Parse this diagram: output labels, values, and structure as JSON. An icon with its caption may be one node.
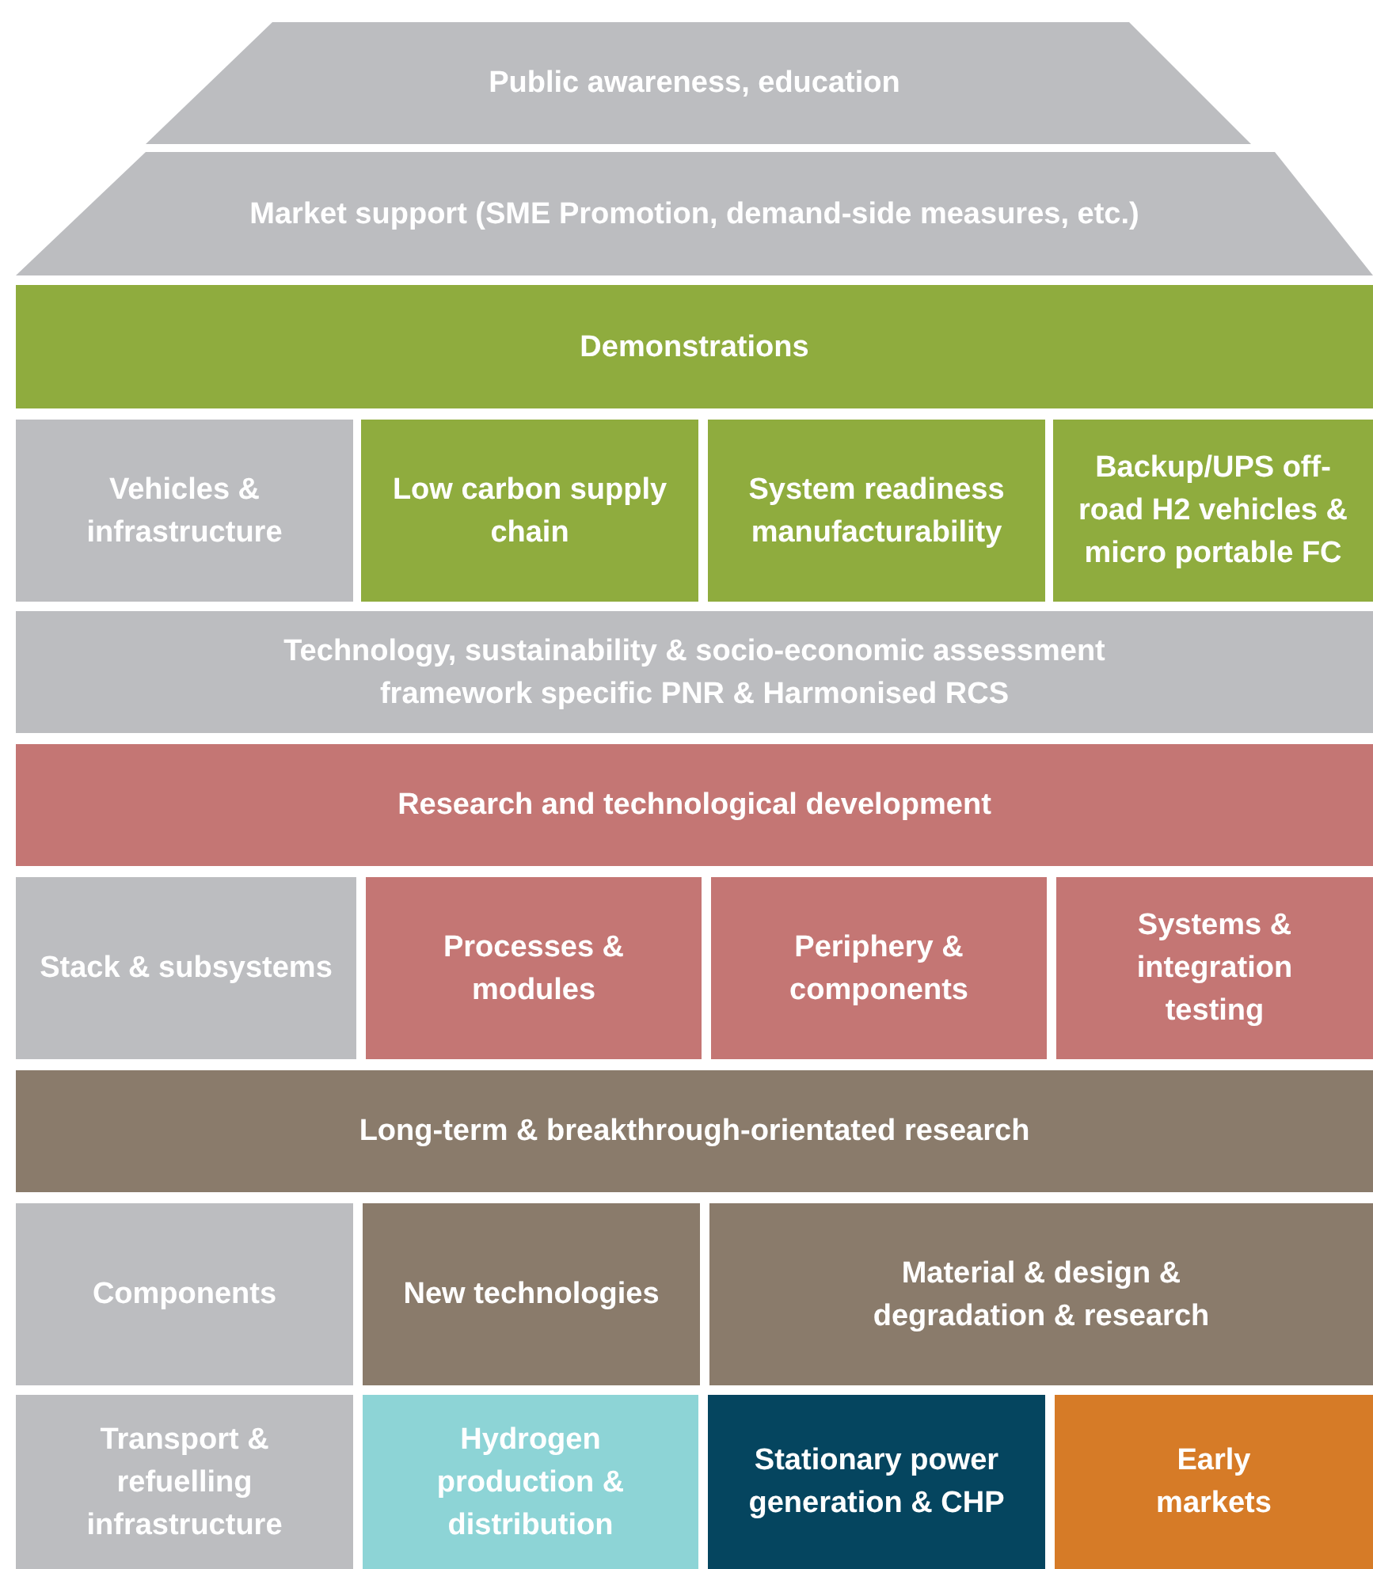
{
  "diagram": {
    "nodes": [
      {
        "text": [
          "Public awareness, education"
        ]
      },
      {
        "text": [
          "Market support (SME Promotion, demand-side measures, etc.)"
        ]
      },
      {
        "text": [
          "Demonstrations"
        ]
      },
      {
        "text": [
          "Vehicles & infrastructure"
        ]
      },
      {
        "text": [
          "Low carbon supply chain"
        ]
      },
      {
        "text": [
          "System readiness manufacturability"
        ]
      },
      {
        "text": [
          "Backup/UPS off-road H2 vehicles & micro portable FC"
        ]
      },
      {
        "text": [
          "Technology, sustainability & socio-economic assessment framework specific PNR & Harmonised RCS"
        ]
      },
      {
        "text": [
          "Research and technological development"
        ]
      },
      {
        "text": [
          "Stack & subsystems"
        ]
      },
      {
        "text": [
          "Processes & modules"
        ]
      },
      {
        "text": [
          "Periphery & components"
        ]
      },
      {
        "text": [
          "Systems & integration testing"
        ]
      },
      {
        "text": [
          "Long-term & breakthrough-orientated research"
        ]
      },
      {
        "text": [
          "Components"
        ]
      },
      {
        "text": [
          "New technologies"
        ]
      },
      {
        "text": [
          "Material & design & degradation & research"
        ]
      },
      {
        "text": [
          "Transport & refuelling infrastructure"
        ]
      },
      {
        "text": [
          "Hydrogen production & distribution"
        ]
      },
      {
        "text": [
          "Stationary power generation & CHP"
        ]
      },
      {
        "text": [
          "Early markets"
        ]
      }
    ]
  }
}
